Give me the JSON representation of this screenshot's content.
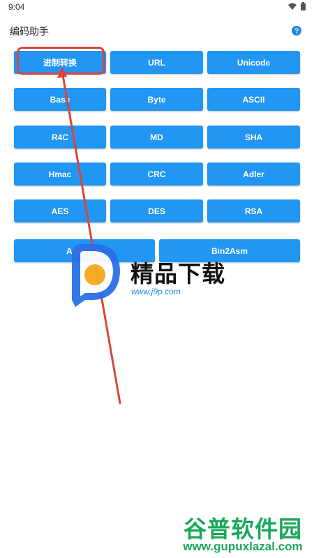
{
  "status_bar": {
    "time": "9:04",
    "icons": [
      "wifi-icon",
      "battery-icon"
    ]
  },
  "header": {
    "title": "编码助手",
    "help_icon": "help-icon"
  },
  "buttons": [
    [
      "进制转换",
      "URL",
      "Unicode"
    ],
    [
      "Base",
      "Byte",
      "ASCII"
    ],
    [
      "R4C",
      "MD",
      "SHA"
    ],
    [
      "Hmac",
      "CRC",
      "Adler"
    ],
    [
      "AES",
      "DES",
      "RSA"
    ],
    [
      "Asm2Bin",
      "Bin2Asm"
    ]
  ],
  "watermark": {
    "logo_text": "精品下载",
    "logo_url": "www.j9p.com",
    "corner_title": "谷普软件园",
    "corner_url": "www.gupuxlazal.com"
  },
  "colors": {
    "button": "#2196f3",
    "annotation": "#d9453b",
    "watermark_green": "#1aa85a"
  }
}
